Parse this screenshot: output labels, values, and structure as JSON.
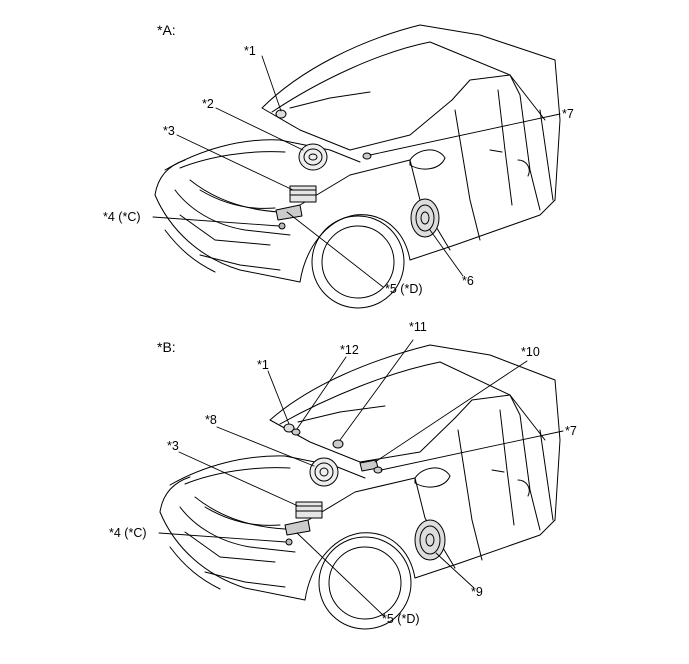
{
  "panels": [
    {
      "id": "A",
      "title": "*A:",
      "callouts": [
        "*1",
        "*2",
        "*3",
        "*4 (*C)",
        "*5 (*D)",
        "*6",
        "*7"
      ]
    },
    {
      "id": "B",
      "title": "*B:",
      "callouts": [
        "*1",
        "*12",
        "*11",
        "*10",
        "*8",
        "*7",
        "*3",
        "*4 (*C)",
        "*5 (*D)",
        "*9"
      ]
    }
  ],
  "colors": {
    "line": "#000000",
    "background": "#ffffff"
  }
}
